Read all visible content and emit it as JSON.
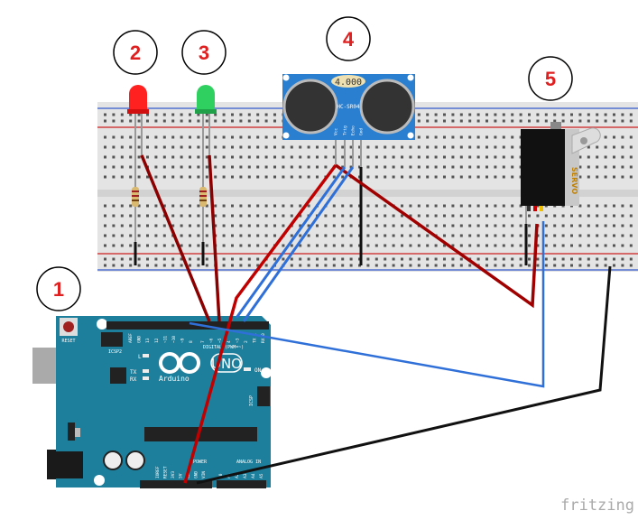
{
  "callouts": [
    "1",
    "2",
    "3",
    "4",
    "5"
  ],
  "sensor": {
    "display": "4.000",
    "model": "HC-SR04",
    "pins": [
      "Vcc",
      "Trig",
      "Echo",
      "Gnd"
    ]
  },
  "servo": {
    "label": "SERVO"
  },
  "arduino": {
    "reset": "RESET",
    "icsp2": "ICSP2",
    "icsp": "ICSP",
    "brand": "Arduino",
    "model": "UNO",
    "digital": "DIGITAL (PWM=~)",
    "power": "POWER",
    "analog": "ANALOG IN",
    "on": "ON",
    "led_l": "L",
    "tx": "TX",
    "rx": "RX",
    "digital_pins": [
      "AREF",
      "GND",
      "13",
      "12",
      "~11",
      "~10",
      "~9",
      "8",
      "7",
      "~6",
      "~5",
      "4",
      "~3",
      "2",
      "TX 1",
      "RX 0"
    ],
    "power_pins": [
      "IOREF",
      "RESET",
      "3V3",
      "5V",
      "GND",
      "GND",
      "VIN"
    ],
    "analog_pins": [
      "A0",
      "A1",
      "A2",
      "A3",
      "A4",
      "A5"
    ]
  },
  "watermark": "fritzing",
  "colors": {
    "wire_red": "#c00000",
    "wire_blue": "#2f6fd8",
    "wire_black": "#111111",
    "board": "#1e7f9c",
    "breadboard": "#e4e4e4",
    "led_red": "#ff2020",
    "led_green": "#30d060",
    "sensor": "#2a7fd0"
  }
}
